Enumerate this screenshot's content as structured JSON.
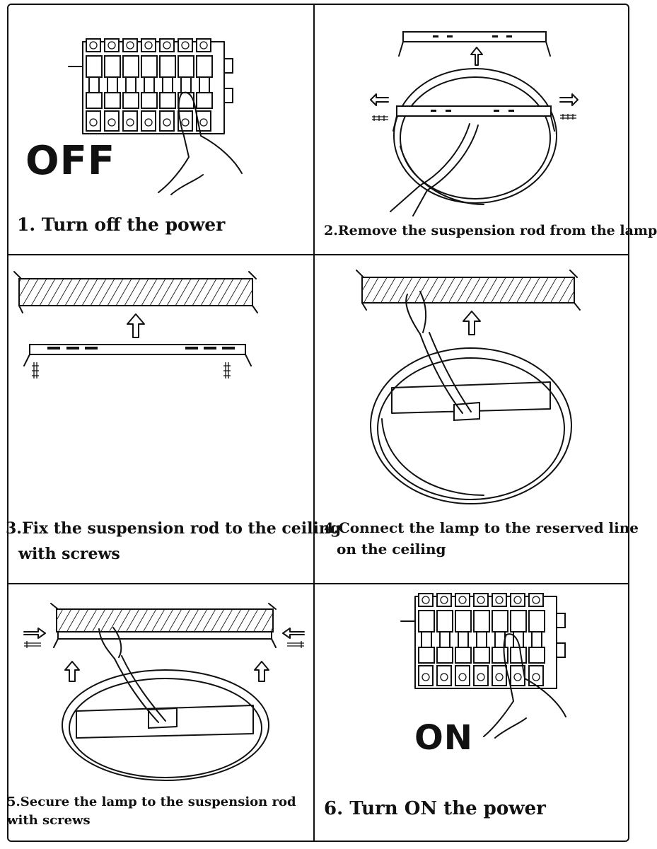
{
  "steps": [
    {
      "id": 1,
      "caption": "1. Turn off the power",
      "status_word": "OFF"
    },
    {
      "id": 2,
      "caption": "2.Remove the suspension rod from the lamp"
    },
    {
      "id": 3,
      "caption_line1": "3.Fix the suspension rod to the ceiling",
      "caption_line2": "with screws"
    },
    {
      "id": 4,
      "caption_line1": "4.Connect the lamp to the reserved line",
      "caption_line2": "on the ceiling"
    },
    {
      "id": 5,
      "caption_line1": "5.Secure the lamp to the suspension rod",
      "caption_line2": "with screws"
    },
    {
      "id": 6,
      "caption": "6. Turn ON the power",
      "status_word": "ON"
    }
  ]
}
